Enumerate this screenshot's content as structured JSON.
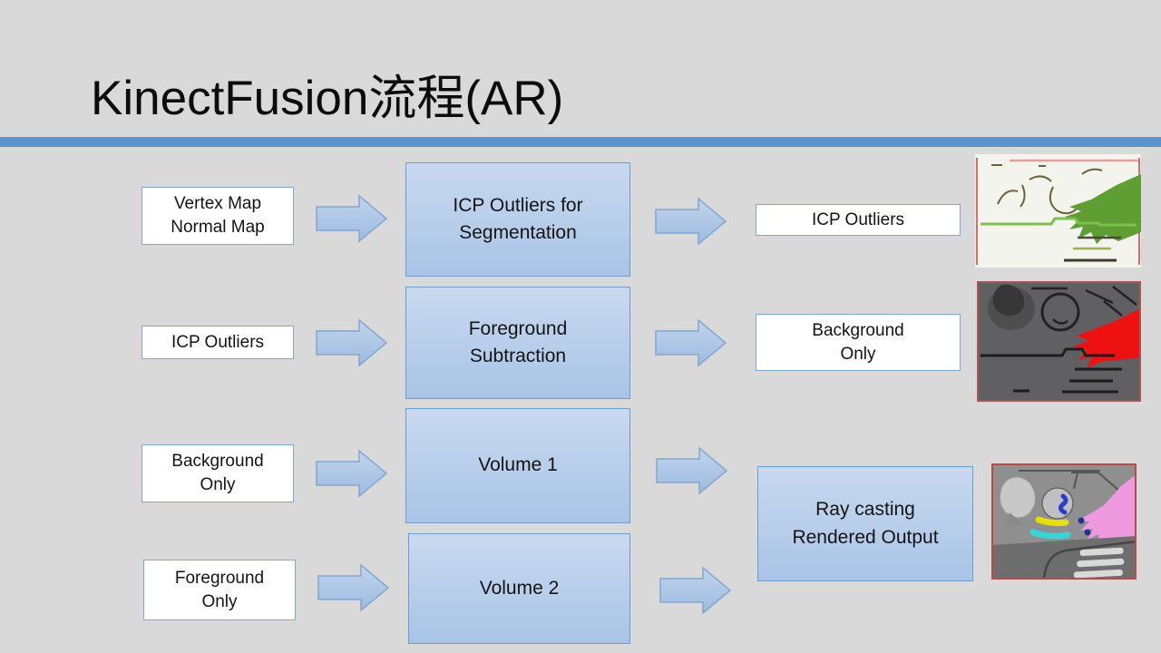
{
  "slide": {
    "title": "KinectFusion流程(AR)"
  },
  "flow": {
    "rows": [
      {
        "input": "Vertex Map\nNormal Map",
        "process": "ICP Outliers for\nSegmentation",
        "output": "ICP Outliers"
      },
      {
        "input": "ICP Outliers",
        "process": "Foreground\nSubtraction",
        "output": "Background\nOnly"
      },
      {
        "input": "Background\nOnly",
        "process": "Volume 1"
      },
      {
        "input": "Foreground\nOnly",
        "process": "Volume 2"
      }
    ],
    "merge": {
      "label": "Ray casting\nRendered Output"
    }
  },
  "images": {
    "row1": "icp-outliers-segmentation-view-green-hand",
    "row2": "background-only-depth-map-red-hand",
    "merge": "ray-cast-rendered-scene-pink-hand"
  },
  "colors": {
    "background": "#d9d9d9",
    "accent_bar": "#5b93ce",
    "process_box_top": "#c9d9ef",
    "process_box_bottom": "#a9c4e7",
    "box_border": "#6f9bd1",
    "io_box_border": "#7fa7d9",
    "arrow_fill_top": "#c2d4ec",
    "arrow_fill_bottom": "#9cbbe1",
    "arrow_border": "#84a6d2",
    "hand_green": "#5f9e33",
    "hand_red": "#ee1111",
    "hand_pink": "#ef9ade"
  }
}
